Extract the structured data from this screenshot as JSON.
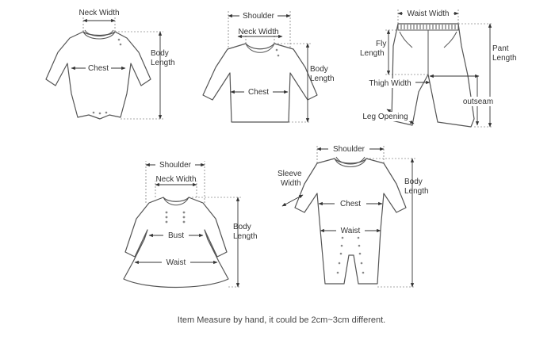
{
  "bodysuit": {
    "neck_width": "Neck Width",
    "chest": "Chest",
    "body_length": [
      "Body",
      "Length"
    ]
  },
  "tshirt": {
    "shoulder": "Shoulder",
    "neck_width": "Neck Width",
    "chest": "Chest",
    "body_length": [
      "Body",
      "Length"
    ]
  },
  "pants": {
    "waist_width": "Waist Width",
    "fly_length": [
      "Fly",
      "Length"
    ],
    "pant_length": [
      "Pant",
      "Length"
    ],
    "thigh_width": "Thigh Width",
    "outseam": "outseam",
    "leg_opening": "Leg Opening"
  },
  "dress": {
    "shoulder": "Shoulder",
    "neck_width": "Neck Width",
    "bust": "Bust",
    "waist": "Waist",
    "body_length": [
      "Body",
      "Length"
    ]
  },
  "romper": {
    "shoulder": "Shoulder",
    "sleeve_width": [
      "Sleeve",
      "Width"
    ],
    "chest": "Chest",
    "waist": "Waist",
    "body_length": [
      "Body",
      "Length"
    ]
  },
  "caption": "Item Measure by hand, it could be 2cm~3cm different."
}
